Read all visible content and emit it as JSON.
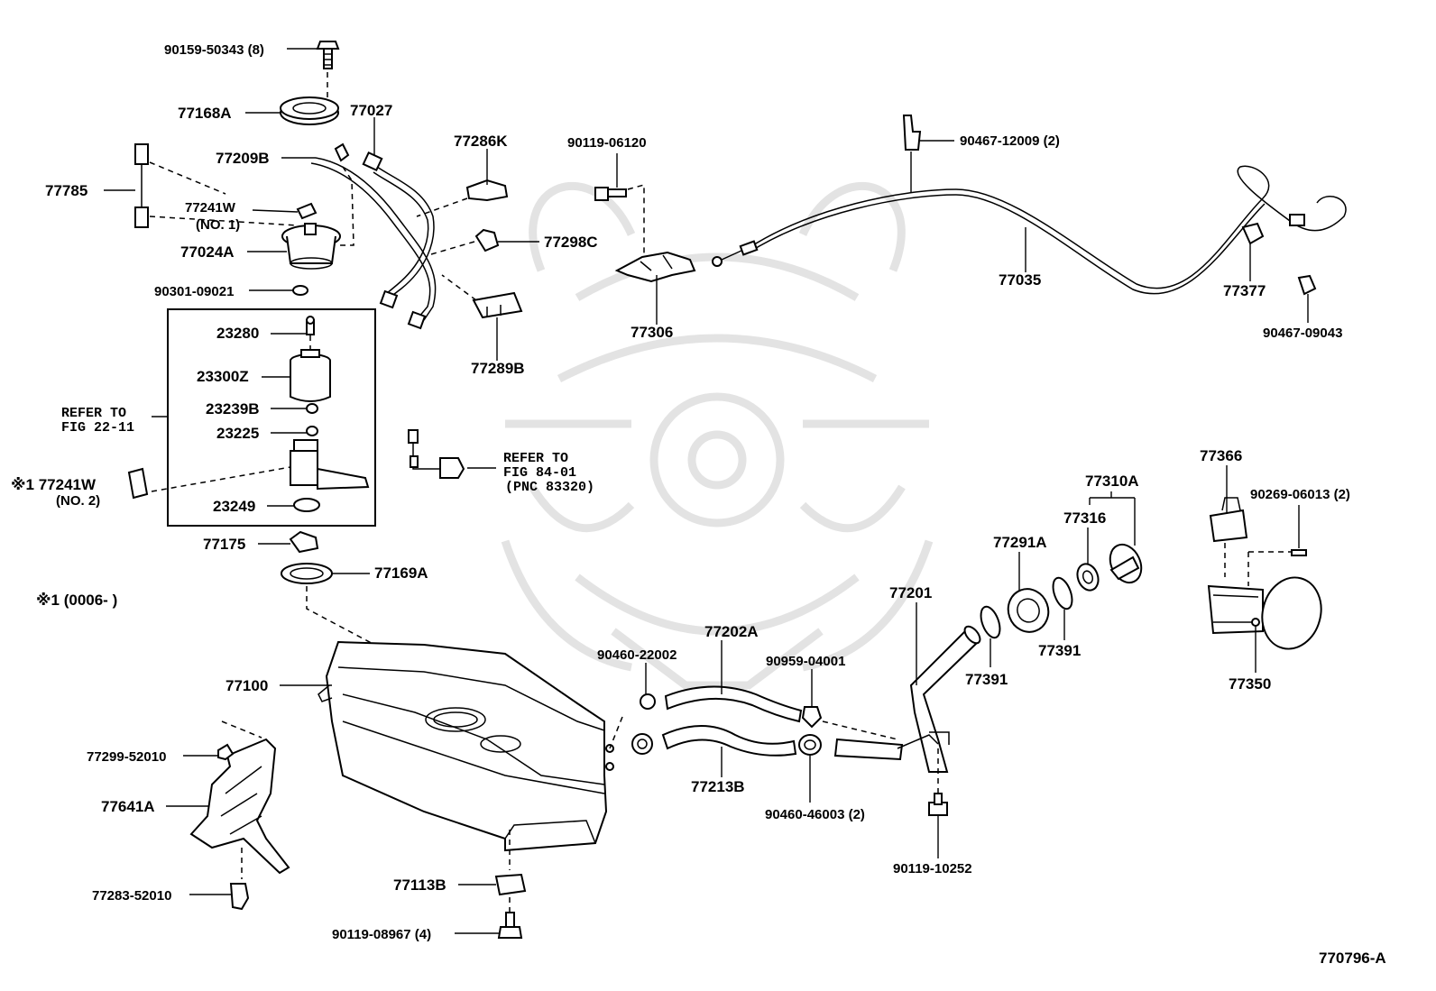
{
  "diagram_id": "770796-A",
  "labels": {
    "p90159_50343": "90159-50343 (8)",
    "p77168A": "77168A",
    "p77027": "77027",
    "p77209B": "77209B",
    "p77785": "77785",
    "p77241W_no1": "77241W",
    "no1": "(NO. 1)",
    "p77024A": "77024A",
    "p90301_09021": "90301-09021",
    "p77286K": "77286K",
    "p77298C": "77298C",
    "p77289B": "77289B",
    "p90119_06120": "90119-06120",
    "p77306": "77306",
    "p90467_12009": "90467-12009 (2)",
    "p77035": "77035",
    "p77377": "77377",
    "p90467_09043": "90467-09043",
    "p23280": "23280",
    "p23300Z": "23300Z",
    "p23239B": "23239B",
    "p23225": "23225",
    "p23249": "23249",
    "p77241W_no2": "※1 77241W",
    "no2": "(NO. 2)",
    "refer_to_1": "REFER TO",
    "fig_22_11": "FIG 22-11",
    "refer_to_2": "REFER TO",
    "fig_84_01": "FIG 84-01",
    "pnc_83320": "(PNC 83320)",
    "p77175": "77175",
    "p77169A": "77169A",
    "note1": "※1 (0006-        )",
    "p77100": "77100",
    "p77299_52010": "77299-52010",
    "p77641A": "77641A",
    "p77283_52010": "77283-52010",
    "p77113B": "77113B",
    "p90119_08967": "90119-08967 (4)",
    "p90460_22002": "90460-22002",
    "p77202A": "77202A",
    "p77213B": "77213B",
    "p90959_04001": "90959-04001",
    "p90460_46003": "90460-46003 (2)",
    "p77201": "77201",
    "p77391_a": "77391",
    "p77391_b": "77391",
    "p77291A": "77291A",
    "p77316": "77316",
    "p77310A": "77310A",
    "p90119_10252": "90119-10252",
    "p77366": "77366",
    "p90269_06013": "90269-06013 (2)",
    "p77350": "77350"
  }
}
